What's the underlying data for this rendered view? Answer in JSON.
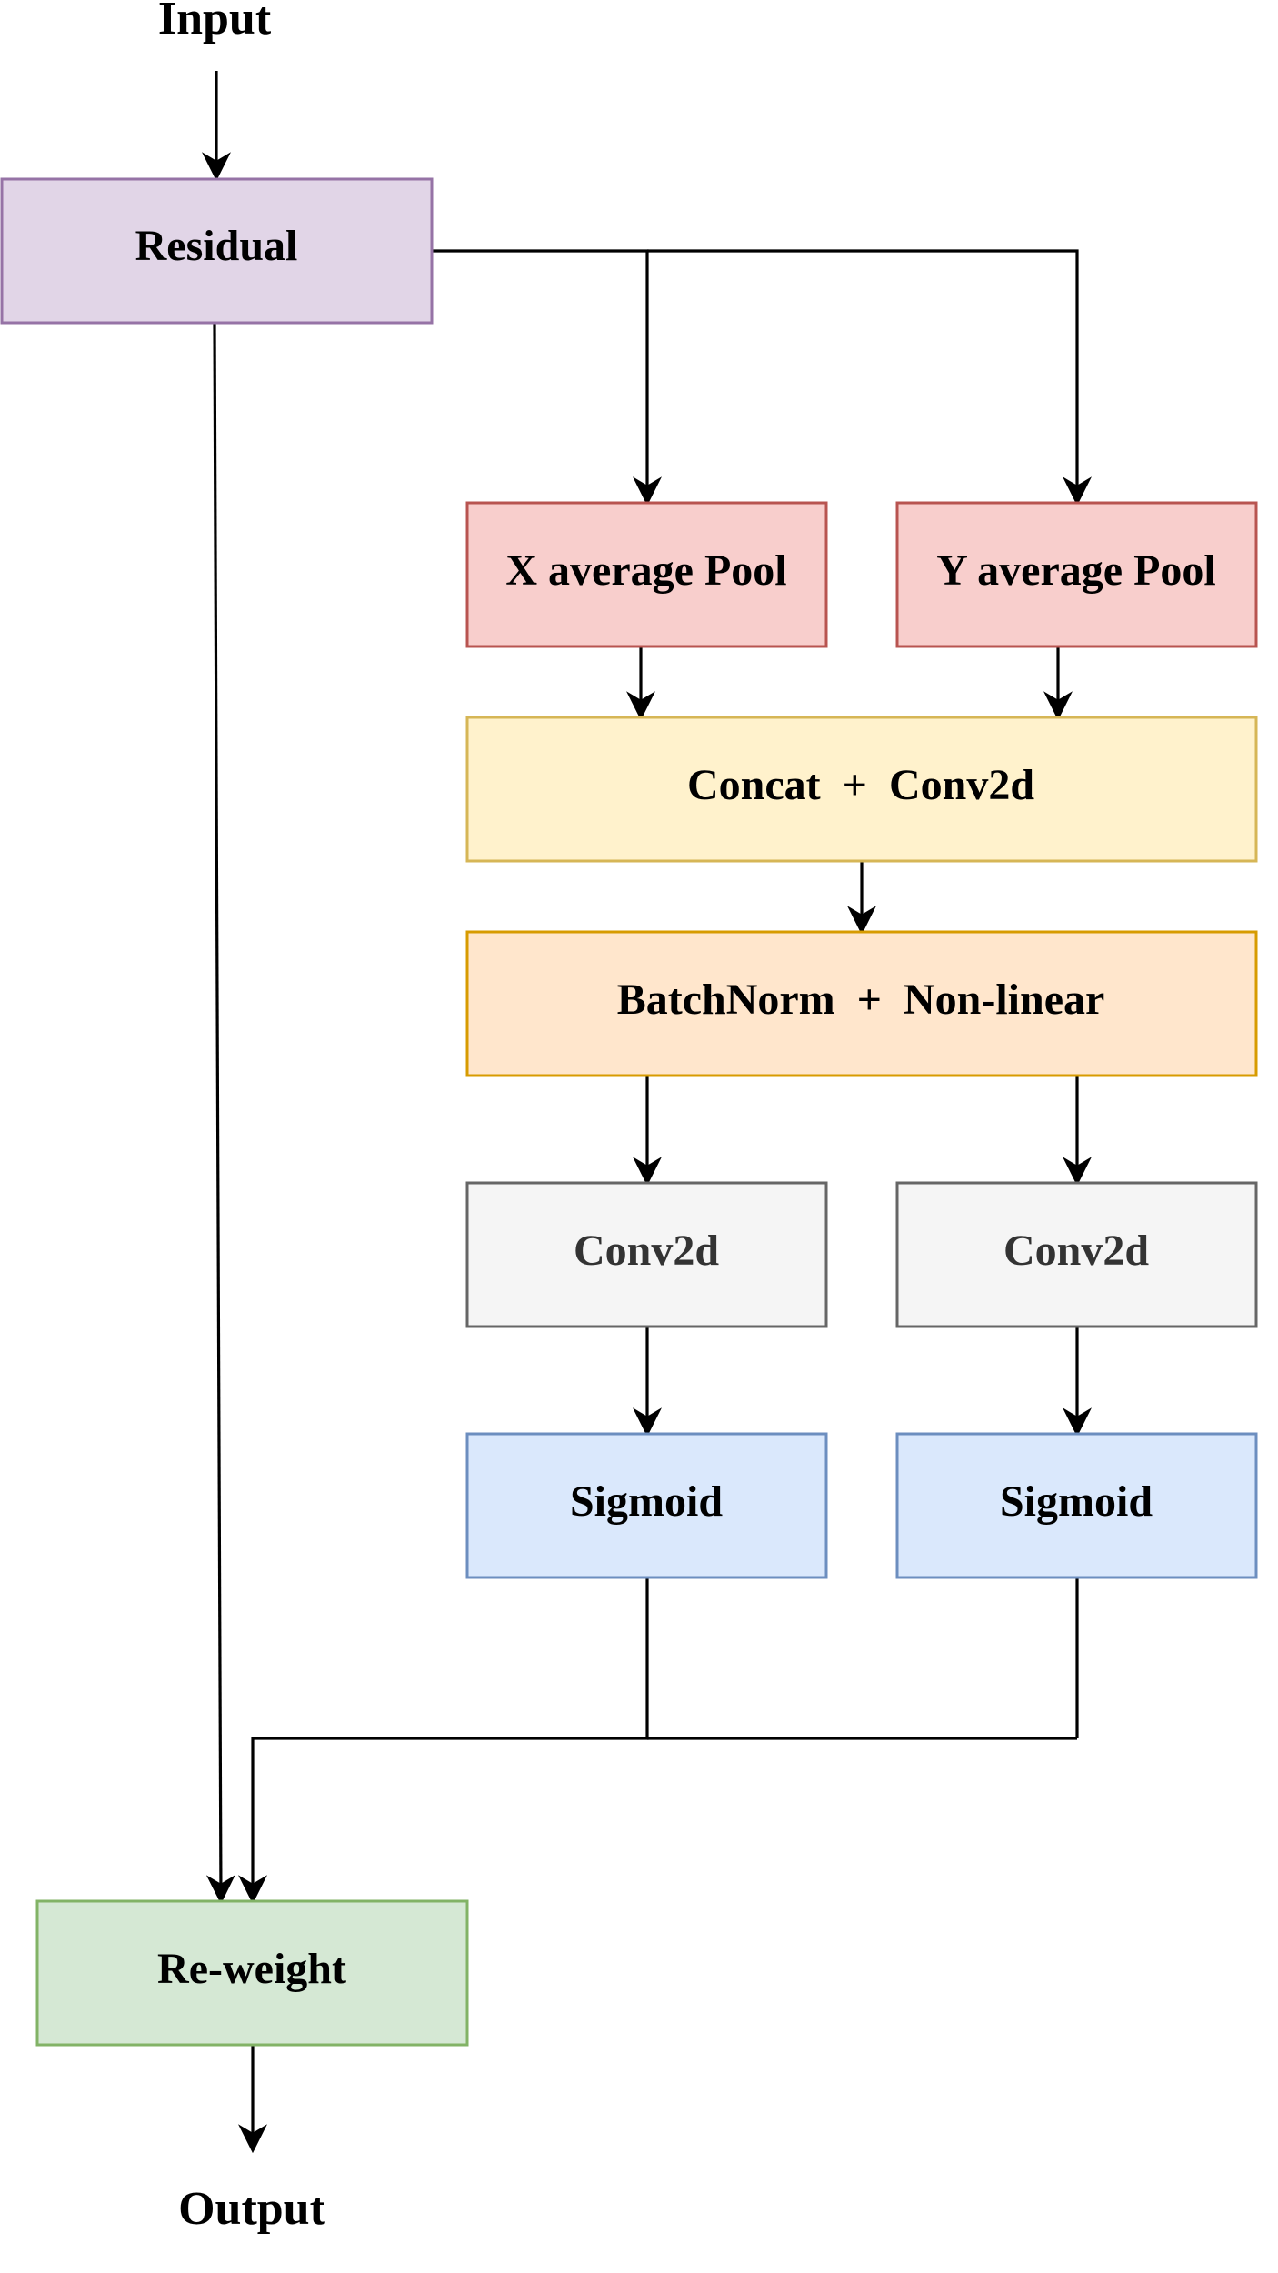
{
  "terminals": {
    "input": "Input",
    "output": "Output"
  },
  "nodes": {
    "residual": {
      "label": "Residual",
      "fill": "#e1d5e7",
      "stroke": "#9673a6"
    },
    "x_pool": {
      "label": "X average Pool",
      "fill": "#f8cecc",
      "stroke": "#b85450"
    },
    "y_pool": {
      "label": "Y average Pool",
      "fill": "#f8cecc",
      "stroke": "#b85450"
    },
    "concat": {
      "label": "Concat  +  Conv2d",
      "fill": "#fff2cc",
      "stroke": "#d6b656"
    },
    "batchnorm": {
      "label": "BatchNorm  +  Non-linear",
      "fill": "#ffe6cc",
      "stroke": "#d79b00"
    },
    "conv_left": {
      "label": "Conv2d",
      "fill": "#f5f5f5",
      "stroke": "#666666",
      "text_color": "#333333"
    },
    "conv_right": {
      "label": "Conv2d",
      "fill": "#f5f5f5",
      "stroke": "#666666",
      "text_color": "#333333"
    },
    "sig_left": {
      "label": "Sigmoid",
      "fill": "#dae8fc",
      "stroke": "#6c8ebf"
    },
    "sig_right": {
      "label": "Sigmoid",
      "fill": "#dae8fc",
      "stroke": "#6c8ebf"
    },
    "reweight": {
      "label": "Re-weight",
      "fill": "#d5e8d4",
      "stroke": "#82b366"
    }
  }
}
